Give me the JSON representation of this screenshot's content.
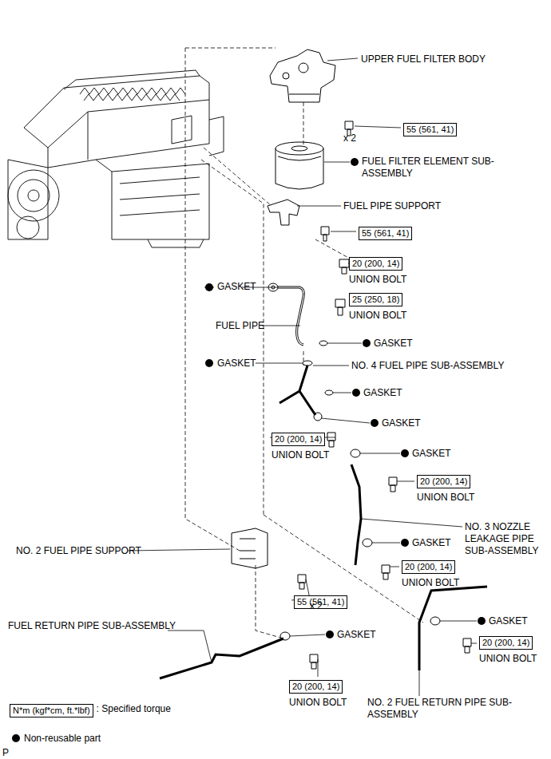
{
  "diagram": {
    "nodes": [
      {
        "text": [
          "55 (561, 41)"
        ]
      },
      {
        "text": [
          "55 (561, 41)"
        ]
      },
      {
        "text": [
          "20 (200, 14)",
          "UNION BOLT"
        ]
      },
      {
        "text": [
          "25 (250, 18)",
          "UNION BOLT"
        ]
      },
      {
        "text": [
          "20 (200, 14)",
          "UNION BOLT"
        ]
      },
      {
        "text": [
          "20 (200, 14)",
          "UNION BOLT"
        ]
      },
      {
        "text": [
          "20 (200, 14)",
          "UNION BOLT"
        ]
      },
      {
        "text": [
          "55 (561, 41)"
        ]
      },
      {
        "text": [
          "20 (200, 14)",
          "UNION BOLT"
        ]
      },
      {
        "text": [
          "20 (200, 14)",
          "UNION BOLT"
        ]
      },
      {
        "text": [
          "N*m (kgf*cm, ft.*lbf)"
        ]
      }
    ],
    "labels": [
      "UPPER FUEL FILTER BODY",
      "x 2",
      "FUEL FILTER ELEMENT SUB-ASSEMBLY",
      "FUEL PIPE SUPPORT",
      "GASKET",
      "FUEL PIPE",
      "GASKET",
      "GASKET",
      "NO. 4 FUEL PIPE SUB-ASSEMBLY",
      "GASKET",
      "GASKET",
      "GASKET",
      "NO. 3 NOZZLE LEAKAGE PIPE SUB-ASSEMBLY",
      "GASKET",
      "NO. 2 FUEL PIPE SUPPORT",
      "x 2",
      "FUEL RETURN PIPE SUB-ASSEMBLY",
      "GASKET",
      "GASKET",
      "NO. 2 FUEL RETURN PIPE SUB-ASSEMBLY",
      "P"
    ],
    "legend": [
      {
        "text": ": Specified torque"
      },
      {
        "text": "Non-reusable part"
      }
    ]
  }
}
